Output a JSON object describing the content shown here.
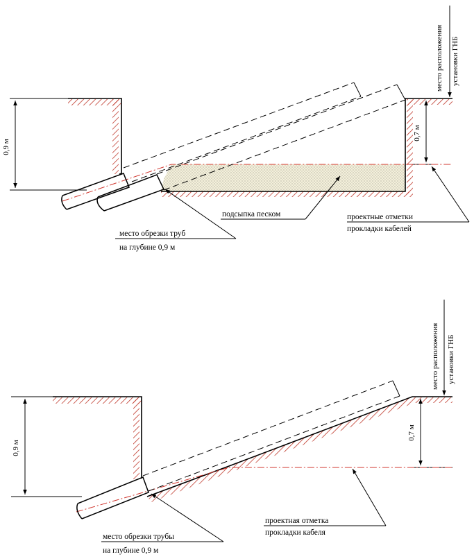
{
  "top_diagram": {
    "depth_left": "0,9 м",
    "depth_right": "0,7 м",
    "gnb_location_line1": "место расположения",
    "gnb_location_line2": "установки ГНБ",
    "sand_fill": "подсыпка песком",
    "design_marks_line1": "проектные отметки",
    "design_marks_line2": "прокладки кабелей",
    "cut_place_line1": "место обрезки труб",
    "cut_place_line2": "на глубине 0,9 м"
  },
  "bottom_diagram": {
    "depth_left": "0,9 м",
    "depth_right": "0,7 м",
    "gnb_location_line1": "место расположения",
    "gnb_location_line2": "установки ГНБ",
    "design_mark_line1": "проектная отметка",
    "design_mark_line2": "прокладки кабеля",
    "cut_place_line1": "место обрезки трубы",
    "cut_place_line2": "на глубине 0,9 м"
  },
  "colors": {
    "hatch": "#c0392b",
    "axis_line": "#d0342c",
    "ink": "#000000",
    "sand": "#f4f0da"
  }
}
